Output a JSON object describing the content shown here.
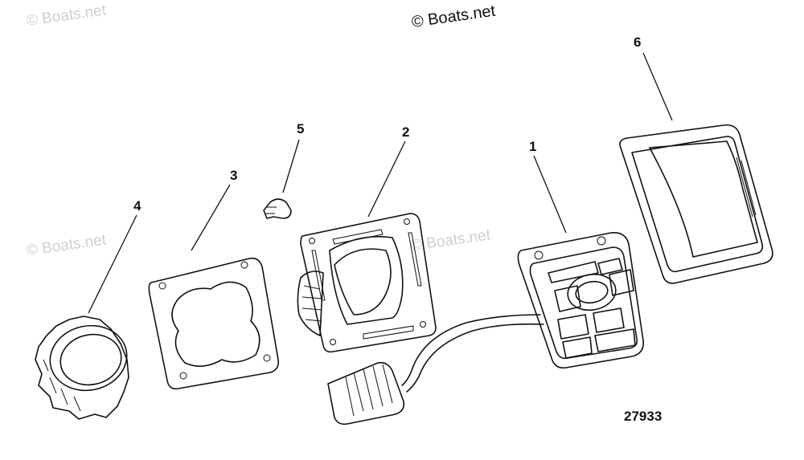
{
  "watermarks": {
    "top_left": "© Boats.net",
    "top_center": "© Boats.net",
    "mid_left": "© Boats.net",
    "mid_center": "© Boats.net"
  },
  "callouts": {
    "item_1": "1",
    "item_2": "2",
    "item_3": "3",
    "item_4": "4",
    "item_5": "5",
    "item_6": "6"
  },
  "diagram_number": "27933",
  "parts": {
    "p1": "switch-panel-icon",
    "p2": "mounting-bracket-icon",
    "p3": "gasket-icon",
    "p4": "mounting-nut-icon",
    "p5": "clip-icon",
    "p6": "cover-icon"
  }
}
